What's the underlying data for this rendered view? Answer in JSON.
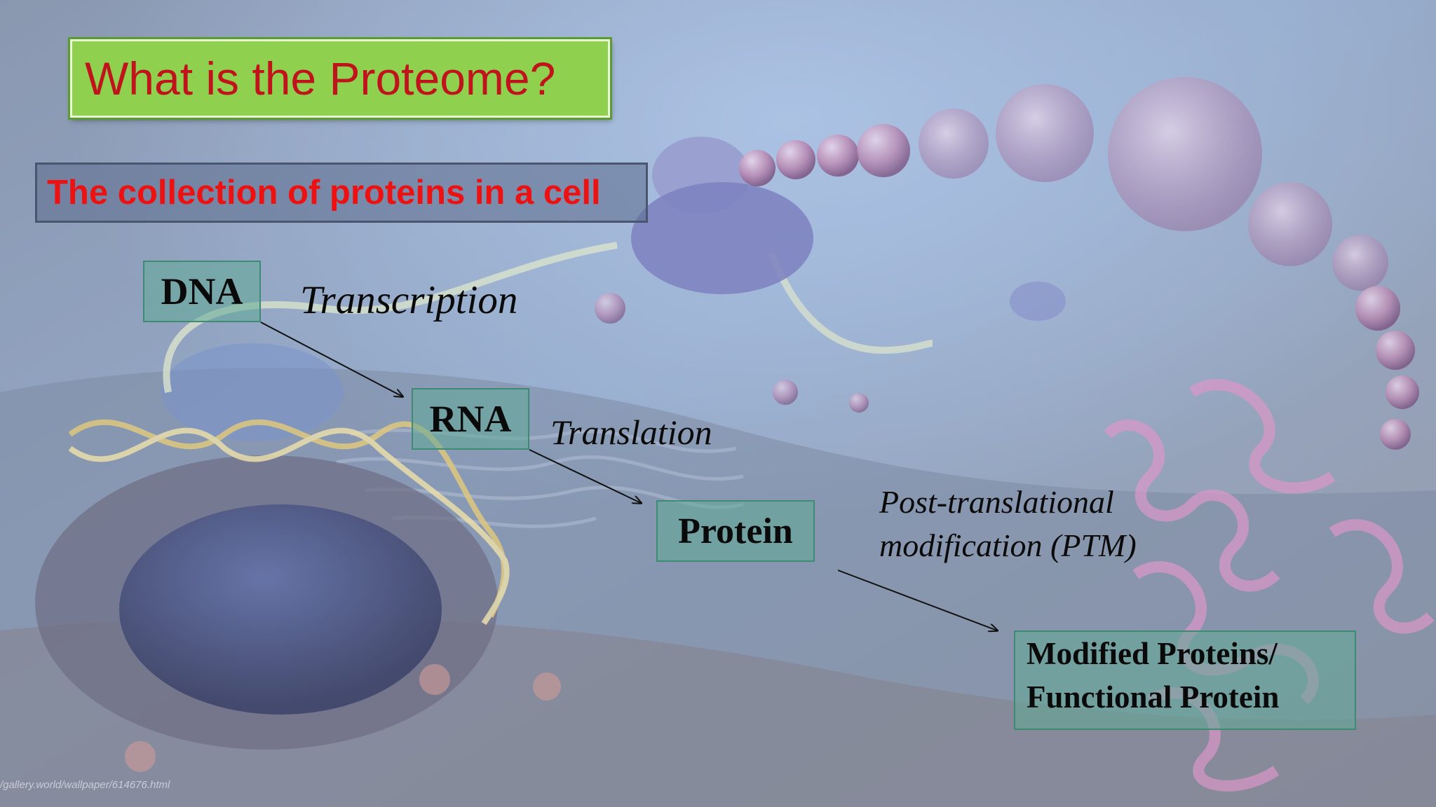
{
  "slide": {
    "title": "What is the Proteome?",
    "subtitle": "The collection of proteins in a cell",
    "watermark": "/gallery.world/wallpaper/614676.html"
  },
  "nodes": {
    "dna": "DNA",
    "rna": "RNA",
    "protein": "Protein",
    "modified_line1": "Modified Proteins/",
    "modified_line2": "Functional Protein"
  },
  "steps": {
    "transcription": "Transcription",
    "translation": "Translation",
    "ptm_line1": "Post-translational",
    "ptm_line2": "modification (PTM)"
  },
  "colors": {
    "title_bg": "#8fd14f",
    "title_text": "#c0141c",
    "subtitle_text": "#ee1111",
    "node_bg": "#60aa96"
  }
}
